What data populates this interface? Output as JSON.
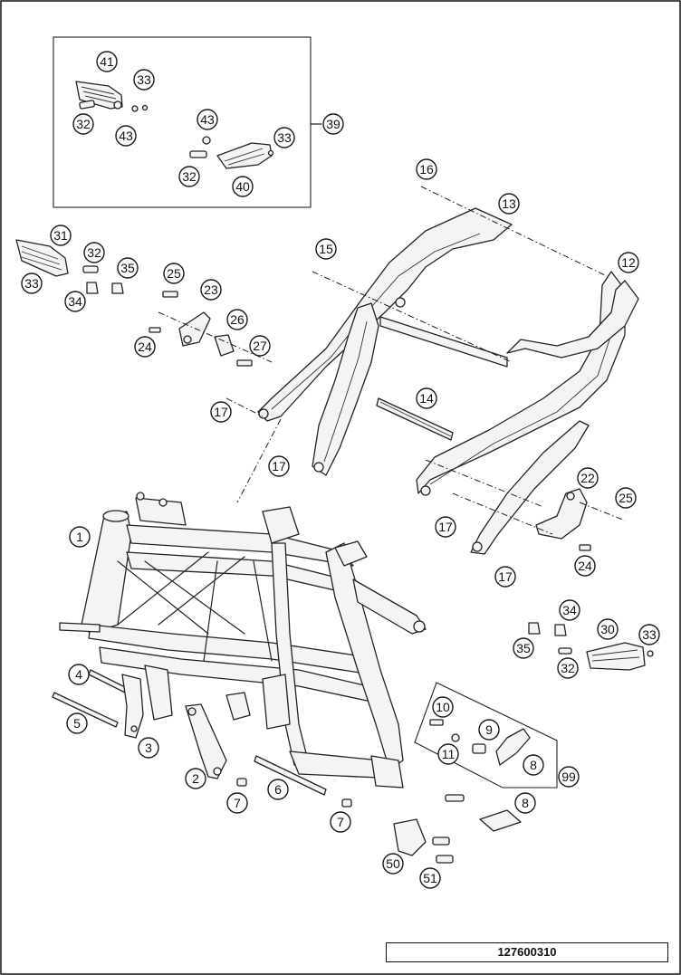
{
  "drawing_number": "127600310",
  "callouts": [
    "41",
    "33",
    "32",
    "43",
    "43",
    "33",
    "32",
    "40",
    "39",
    "16",
    "13",
    "12",
    "31",
    "32",
    "35",
    "33",
    "34",
    "25",
    "23",
    "15",
    "26",
    "27",
    "24",
    "17",
    "14",
    "17",
    "22",
    "25",
    "17",
    "24",
    "17",
    "1",
    "34",
    "30",
    "33",
    "35",
    "32",
    "4",
    "5",
    "3",
    "2",
    "7",
    "6",
    "7",
    "10",
    "9",
    "11",
    "8",
    "99",
    "8",
    "50",
    "51"
  ]
}
